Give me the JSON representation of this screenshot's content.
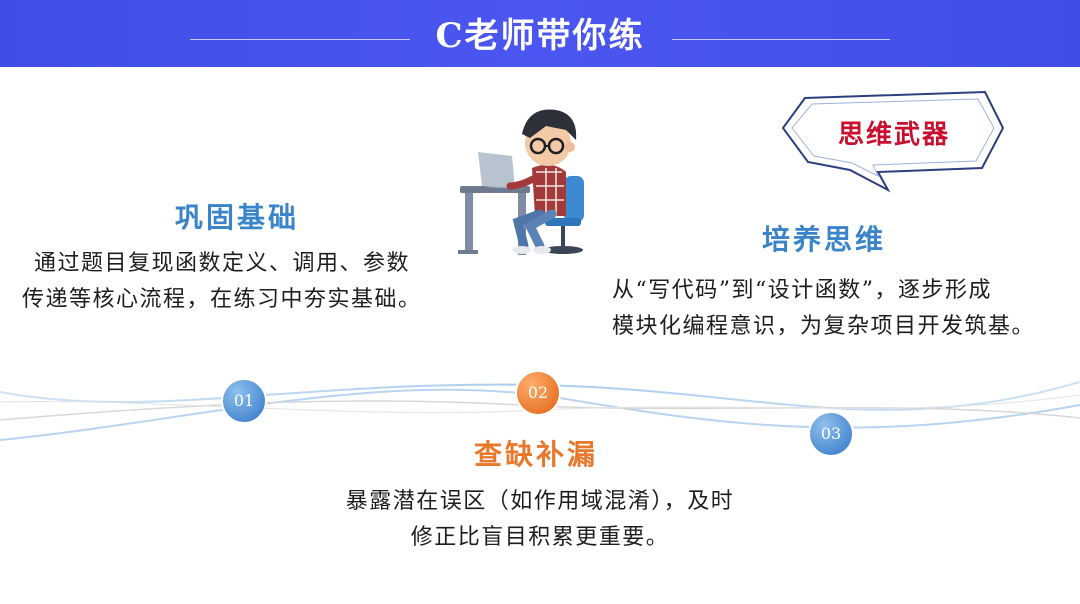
{
  "header": {
    "title": "C老师带你练"
  },
  "badge": {
    "text": "思维武器"
  },
  "sections": [
    {
      "number": "01",
      "title": "巩固基础",
      "lines": [
        "通过题目复现函数定义、调用、参数",
        "传递等核心流程，在练习中夯实基础。"
      ]
    },
    {
      "number": "02",
      "title": "查缺补漏",
      "lines": [
        "暴露潜在误区（如作用域混淆），及时",
        "修正比盲目积累更重要。"
      ]
    },
    {
      "number": "03",
      "title": "培养思维",
      "lines": [
        "从“写代码”到“设计函数”，逐步形成",
        "模块化编程意识，为复杂项目开发筑基。"
      ]
    }
  ],
  "icons": {
    "illustration": "programmer-at-desk-illustration",
    "bubble": "speech-bubble-icon"
  },
  "colors": {
    "banner": "#4451ec",
    "blue": "#3a84c9",
    "orange": "#e8782c",
    "badge_red": "#c8102e",
    "circle_blue": "#4a8fd6",
    "circle_orange": "#ee7a2a"
  }
}
